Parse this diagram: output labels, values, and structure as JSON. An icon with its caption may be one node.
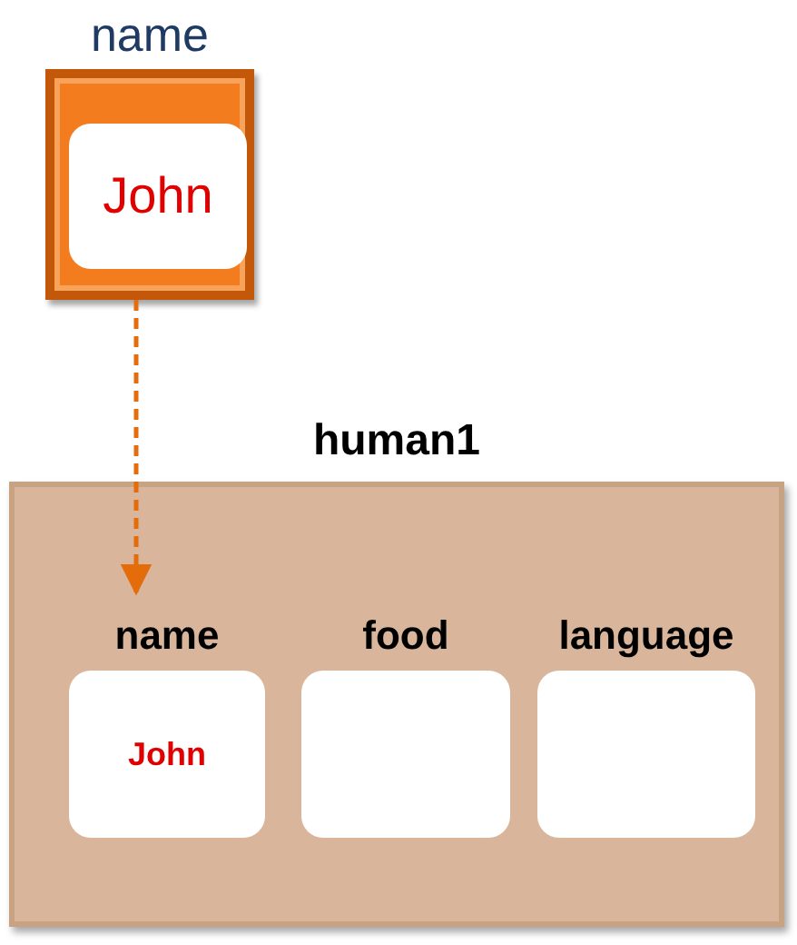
{
  "diagram": {
    "nodes": [
      {
        "text": [
          "name"
        ]
      },
      {
        "text": [
          "John"
        ],
        "in": 0
      },
      {
        "text": [
          "human1"
        ]
      },
      {
        "text": [
          "name",
          "John"
        ],
        "in": 2
      },
      {
        "text": [
          "food"
        ],
        "in": 2
      },
      {
        "text": [
          "language"
        ],
        "in": 2
      }
    ],
    "edges": [
      {
        "from": 0,
        "to": 3,
        "arrow": "to",
        "style": "dashed",
        "color": "#e46c0a"
      }
    ]
  }
}
